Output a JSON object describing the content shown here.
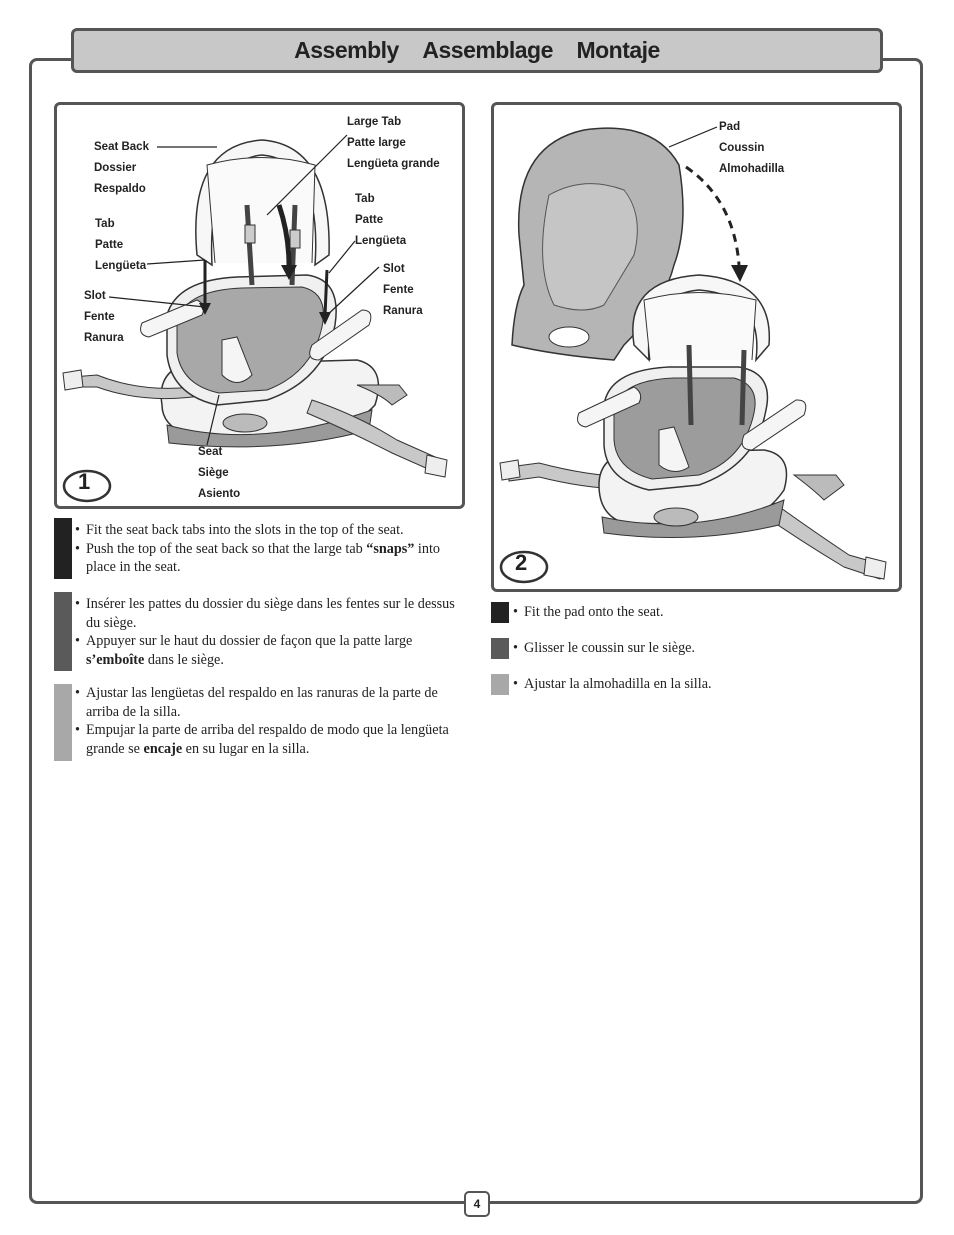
{
  "banner": {
    "w1": "Assembly",
    "w2": "Assemblage",
    "w3": "Montaje"
  },
  "fig1": {
    "step": "1",
    "seat_back": [
      "Seat Back",
      "Dossier",
      "Respaldo"
    ],
    "large_tab": [
      "Large Tab",
      "Patte large",
      "Lengüeta grande"
    ],
    "tab_left": [
      "Tab",
      "Patte",
      "Lengüeta"
    ],
    "tab_right": [
      "Tab",
      "Patte",
      "Lengüeta"
    ],
    "slot_left": [
      "Slot",
      "Fente",
      "Ranura"
    ],
    "slot_right": [
      "Slot",
      "Fente",
      "Ranura"
    ],
    "seat": [
      "Seat",
      "Siège",
      "Asiento"
    ]
  },
  "fig2": {
    "step": "2",
    "pad": [
      "Pad",
      "Coussin",
      "Almohadilla"
    ]
  },
  "step1_text": {
    "en1": "Fit the seat back tabs into the slots in the top of the seat.",
    "en2a": "Push the top of the seat back so that the large tab",
    "en2b": "“snaps”",
    "en2c": " into place in the seat.",
    "fr1": "Insérer les pattes du dossier du siège dans les fentes sur le dessus du siège.",
    "fr2a": "Appuyer sur le haut du dossier de façon que la patte large ",
    "fr2b": "s’emboîte",
    "fr2c": " dans le siège.",
    "es1": "Ajustar las lengüetas del respaldo en las ranuras de la parte de arriba de la silla.",
    "es2a": "Empujar la parte de arriba del respaldo de modo que la lengüeta grande se ",
    "es2b": "encaje",
    "es2c": " en su lugar en la silla."
  },
  "step2_text": {
    "en": "Fit the pad onto the seat.",
    "fr": "Glisser le coussin sur le siège.",
    "es": "Ajustar la almohadilla en la silla."
  },
  "colors": {
    "english": "#222222",
    "french": "#5a5a5a",
    "spanish": "#a8a8a8",
    "banner": "#c8c8c8"
  },
  "page_number": "4"
}
